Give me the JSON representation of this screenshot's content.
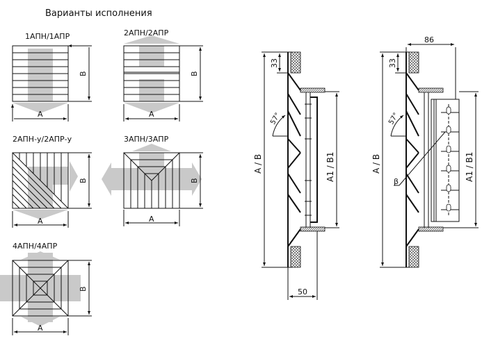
{
  "title": "Варианты исполнения",
  "variants": [
    {
      "label": "1АПН/1АПР",
      "dim_a": "A",
      "dim_b": "B"
    },
    {
      "label": "2АПН/2АПР",
      "dim_a": "A",
      "dim_b": "B"
    },
    {
      "label": "2АПН-у/2АПР-у",
      "dim_a": "A",
      "dim_b": "B"
    },
    {
      "label": "3АПН/3АПР",
      "dim_a": "A",
      "dim_b": "B"
    },
    {
      "label": "4АПН/4АПР",
      "dim_a": "A",
      "dim_b": "B"
    }
  ],
  "section1": {
    "overall": "A / B",
    "inner": "A1 / B1",
    "top": "33",
    "angle": "57°",
    "depth": "50"
  },
  "section2": {
    "overall": "A / B",
    "inner": "A1 / B1",
    "top": "33",
    "angle": "57°",
    "depth": "86",
    "beta": "β"
  }
}
